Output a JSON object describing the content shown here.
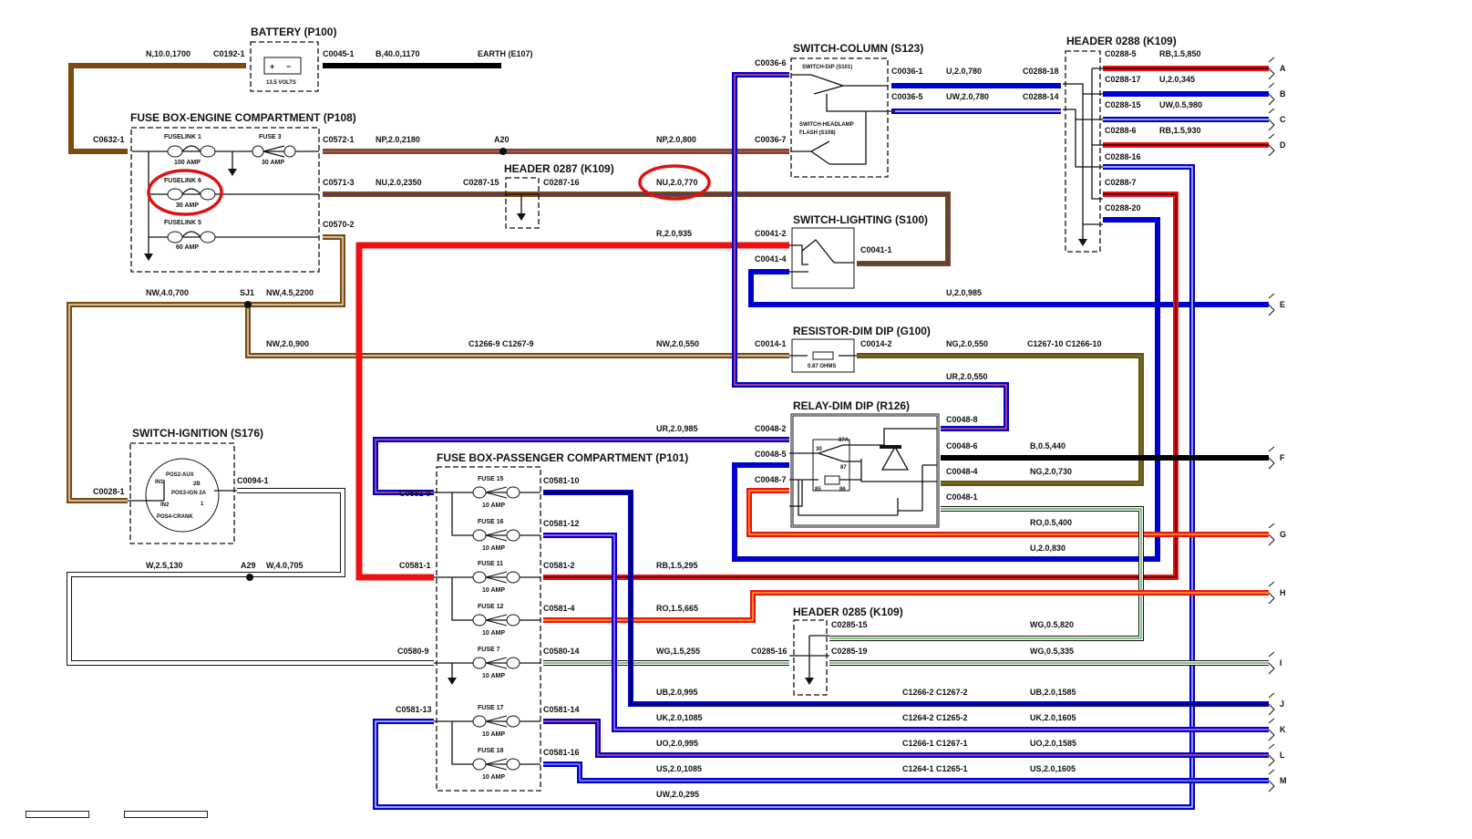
{
  "colors": {
    "N": "#7a4a10",
    "B": "#000000",
    "R": "#ee1111",
    "U": "#0000cc",
    "W": "#ffffff",
    "stripe_P": "#cc44cc",
    "stripe_U": "#3333aa",
    "stripe_W": "#ffffff",
    "stripe_G": "#3a9a3a",
    "stripe_B": "#000000",
    "stripe_O": "#ffcc33",
    "stripe_R": "#ff6666",
    "stripe_K": "#ff88ff",
    "stripe_S": "#aaaaff",
    "circle": "#dd1111"
  },
  "components": [
    {
      "id": "battery",
      "title": "BATTERY (P100)",
      "inner": "13.5 VOLTS"
    },
    {
      "id": "fusebox_engine",
      "title": "FUSE BOX-ENGINE COMPARTMENT (P108)"
    },
    {
      "id": "header_0287",
      "title": "HEADER 0287 (K109)"
    },
    {
      "id": "switch_column",
      "title": "SWITCH-COLUMN (S123)",
      "sub1": "SWITCH-DIP (S101)",
      "sub2": "SWITCH-HEADLAMP",
      "sub3": "FLASH (S108)"
    },
    {
      "id": "header_0288",
      "title": "HEADER 0288 (K109)"
    },
    {
      "id": "switch_lighting",
      "title": "SWITCH-LIGHTING (S100)"
    },
    {
      "id": "resistor",
      "title": "RESISTOR-DIM DIP (G100)",
      "inner": "0.87 OHMS"
    },
    {
      "id": "relay",
      "title": "RELAY-DIM DIP (R126)",
      "pins": [
        "30",
        "87A",
        "87",
        "85",
        "86"
      ]
    },
    {
      "id": "switch_ignition",
      "title": "SWITCH-IGNITION (S176)",
      "pins": [
        "POS2-AUX",
        "IN1",
        "2B",
        "POS3-IGN 2A",
        "IN2",
        "1",
        "POS4-CRANK"
      ]
    },
    {
      "id": "fusebox_pass",
      "title": "FUSE BOX-PASSENGER COMPARTMENT (P101)"
    },
    {
      "id": "header_0285",
      "title": "HEADER 0285 (K109)"
    }
  ],
  "fuses_engine": [
    {
      "name": "FUSELINK 1",
      "rating": "100 AMP"
    },
    {
      "name": "FUSE 3",
      "rating": "30 AMP"
    },
    {
      "name": "FUSELINK 6",
      "rating": "30 AMP"
    },
    {
      "name": "FUSELINK 5",
      "rating": "60 AMP"
    }
  ],
  "fuses_pass": [
    {
      "name": "FUSE 15",
      "rating": "10 AMP"
    },
    {
      "name": "FUSE 16",
      "rating": "10 AMP"
    },
    {
      "name": "FUSE 11",
      "rating": "10 AMP"
    },
    {
      "name": "FUSE 12",
      "rating": "10 AMP"
    },
    {
      "name": "FUSE 7",
      "rating": "10 AMP"
    },
    {
      "name": "FUSE 17",
      "rating": "10 AMP"
    },
    {
      "name": "FUSE 18",
      "rating": "10 AMP"
    }
  ],
  "connectors": [
    "C0192-1",
    "C0045-1",
    "EARTH (E107)",
    "C0632-1",
    "C0572-1",
    "A20",
    "C0571-3",
    "C0287-15",
    "C0287-16",
    "C0570-2",
    "C0036-6",
    "C0036-1",
    "C0288-18",
    "C0036-5",
    "C0288-14",
    "C0036-7",
    "C0288-5",
    "C0288-17",
    "C0288-15",
    "C0288-6",
    "C0288-16",
    "C0288-7",
    "C0288-20",
    "C0041-2",
    "C0041-4",
    "C0041-1",
    "SJ1",
    "C1266-9 C1267-9",
    "C0014-1",
    "C0014-2",
    "C1267-10 C1266-10",
    "C0048-2",
    "C0048-5",
    "C0048-7",
    "C0048-8",
    "C0048-6",
    "C0048-4",
    "C0048-1",
    "C0028-1",
    "C0094-1",
    "A29",
    "C0581-9",
    "C0581-10",
    "C0581-12",
    "C0581-1",
    "C0581-2",
    "C0581-4",
    "C0580-9",
    "C0580-14",
    "C0581-13",
    "C0581-14",
    "C0581-16",
    "C0285-15",
    "C0285-16",
    "C0285-19",
    "C1266-2 C1267-2",
    "C1264-2 C1265-2",
    "C1266-1 C1267-1",
    "C1264-1 C1265-1"
  ],
  "wire_labels": [
    "N,10.0,1700",
    "B,40.0,1170",
    "NP,2.0,2180",
    "NP,2.0,800",
    "NU,2.0,2350",
    "NU,2.0,770",
    "R,2.0,935",
    "U,2.0,780",
    "UW,2.0,780",
    "RB,1.5,850",
    "U,2.0,345",
    "UW,0.5,980",
    "RB,1.5,930",
    "U,2.0,985",
    "NW,4.0,700",
    "NW,4.5,2200",
    "NW,2.0,900",
    "NW,2.0,550",
    "NG,2.0,550",
    "UR,2.0,550",
    "UR,2.0,985",
    "B,0.5,440",
    "NG,2.0,730",
    "RO,0.5,400",
    "U,2.0,830",
    "RB,1.5,295",
    "RO,1.5,665",
    "W,2.5,130",
    "W,4.0,705",
    "WG,1.5,255",
    "WG,0.5,820",
    "WG,0.5,335",
    "UB,2.0,995",
    "UB,2.0,1585",
    "UK,2.0,1085",
    "UK,2.0,1605",
    "UO,2.0,995",
    "UO,2.0,1585",
    "US,2.0,1085",
    "US,2.0,1605",
    "UW,2.0,295"
  ],
  "outputs": [
    "A",
    "B",
    "C",
    "D",
    "E",
    "F",
    "G",
    "H",
    "I",
    "J",
    "K",
    "L",
    "M"
  ],
  "highlights": [
    "FUSELINK 6 (30 AMP)",
    "NU,2.0,770"
  ]
}
